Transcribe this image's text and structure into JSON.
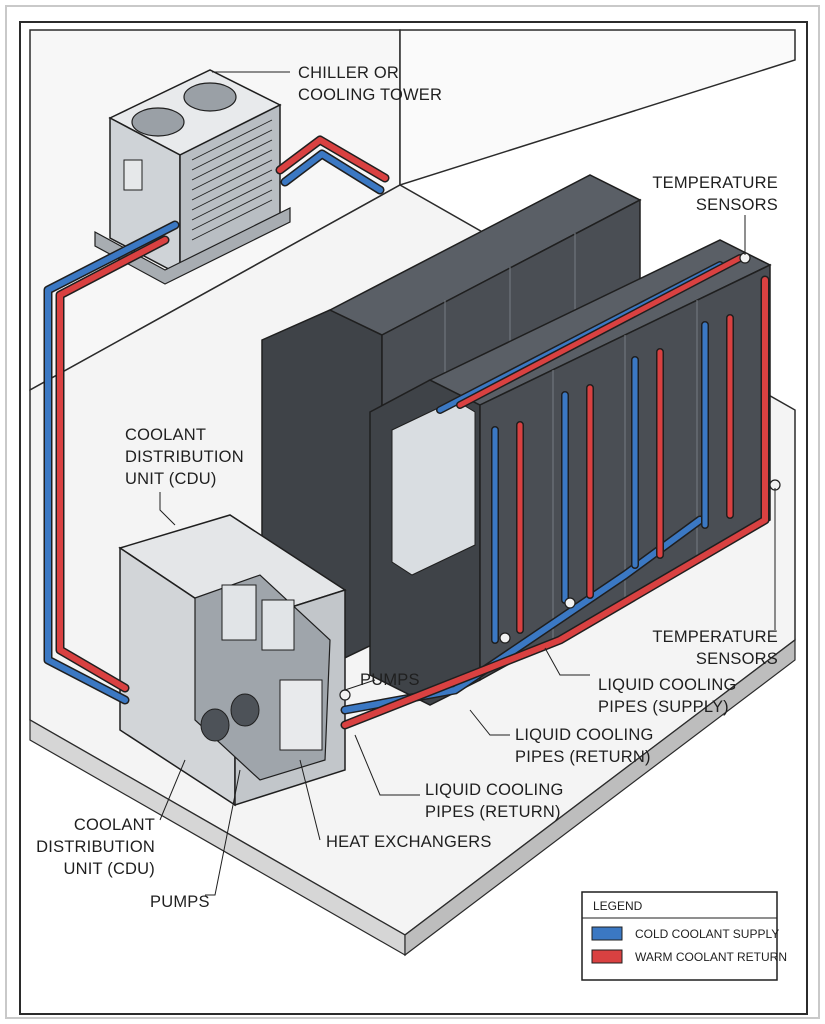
{
  "colors": {
    "cold": "#3b78c3",
    "warm": "#d94141",
    "rack_dark": "#3f4348",
    "rack_light": "#5a5f66",
    "equipment": "#d9dde1",
    "outline": "#1f1f1f",
    "floor": "#f4f4f4"
  },
  "labels": {
    "chiller": [
      "CHILLER OR",
      "COOLING TOWER"
    ],
    "temp_sensors_top": [
      "TEMPERATURE",
      "SENSORS"
    ],
    "cdu_top": [
      "COOLANT",
      "DISTRIBUTION",
      "UNIT (CDU)"
    ],
    "pumps_right": "PUMPS",
    "temp_sensors_right": [
      "TEMPERATURE",
      "SENSORS"
    ],
    "supply_pipes": [
      "LIQUID COOLING",
      "PIPES (SUPPLY)"
    ],
    "return_pipes_1": [
      "LIQUID COOLING",
      "PIPES (RETURN)"
    ],
    "return_pipes_2": [
      "LIQUID COOLING",
      "PIPES (RETURN)"
    ],
    "heat_exchangers": "HEAT EXCHANGERS",
    "cdu_bottom": [
      "COOLANT",
      "DISTRIBUTION",
      "UNIT (CDU)"
    ],
    "pumps_bottom": "PUMPS"
  },
  "legend": {
    "title": "LEGEND",
    "items": [
      {
        "label": "COLD COOLANT SUPPLY",
        "color": "#3b78c3"
      },
      {
        "label": "WARM COOLANT RETURN",
        "color": "#d94141"
      }
    ]
  }
}
